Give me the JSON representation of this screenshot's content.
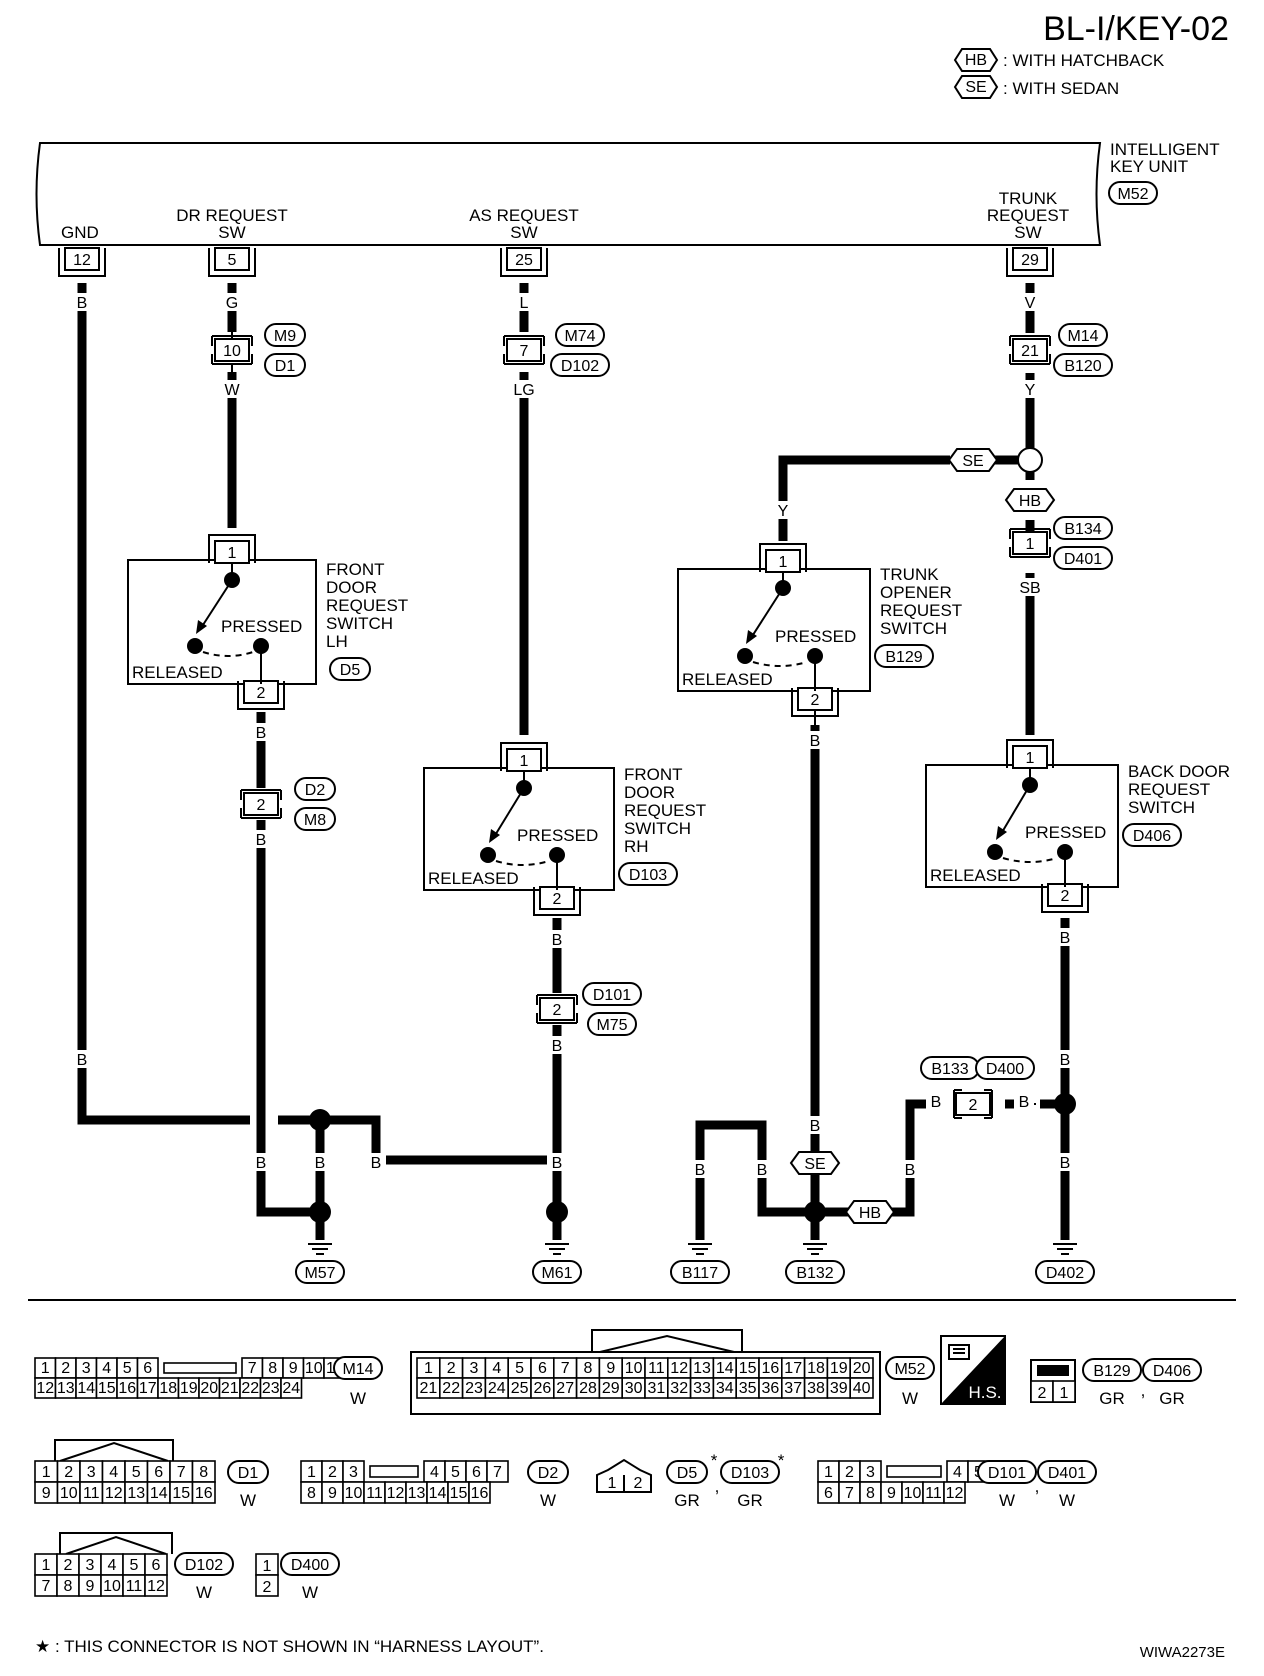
{
  "title": "BL-I/KEY-02",
  "legend": [
    {
      "tag": "HB",
      "text": ": WITH HATCHBACK"
    },
    {
      "tag": "SE",
      "text": ": WITH SEDAN"
    }
  ],
  "unit": {
    "name_line1": "INTELLIGENT",
    "name_line2": "KEY UNIT",
    "connector": "M52",
    "pins": [
      {
        "id": "gnd",
        "label1": "GND",
        "label2": "",
        "pin": "12",
        "wire": "B"
      },
      {
        "id": "dr",
        "label1": "DR REQUEST",
        "label2": "SW",
        "pin": "5",
        "wire": "G"
      },
      {
        "id": "as",
        "label1": "AS REQUEST",
        "label2": "SW",
        "pin": "25",
        "wire": "L"
      },
      {
        "id": "trunk",
        "label1": "TRUNK",
        "label2": "REQUEST",
        "label3": "SW",
        "pin": "29",
        "wire": "V"
      }
    ]
  },
  "inline_connectors": [
    {
      "id": "dr",
      "pin": "10",
      "conn_a": "M9",
      "conn_b": "D1",
      "wire_out": "W"
    },
    {
      "id": "as",
      "pin": "7",
      "conn_a": "M74",
      "conn_b": "D102",
      "wire_out": "LG"
    },
    {
      "id": "trunk",
      "pin": "21",
      "conn_a": "M14",
      "conn_b": "B120",
      "wire_out": "Y"
    },
    {
      "id": "d2m8",
      "pin": "2",
      "conn_a": "D2",
      "conn_b": "M8",
      "wire_in": "B",
      "wire_out": "B"
    },
    {
      "id": "d101m75",
      "pin": "2",
      "conn_a": "D101",
      "conn_b": "M75",
      "wire_in": "B",
      "wire_out": "B"
    },
    {
      "id": "b134d401",
      "pin": "1",
      "conn_a": "B134",
      "conn_b": "D401",
      "wire_out": "SB"
    },
    {
      "id": "b133d400",
      "pin": "2",
      "conn_a": "B133",
      "conn_b": "D400",
      "wire_in": "B",
      "wire_out": "B"
    }
  ],
  "switches": [
    {
      "id": "lh",
      "lines": [
        "FRONT",
        "DOOR",
        "REQUEST",
        "SWITCH",
        "LH"
      ],
      "connector": "D5",
      "pin_in": "1",
      "pin_out": "2",
      "pressed": "PRESSED",
      "released": "RELEASED",
      "wire_out": "B"
    },
    {
      "id": "rh",
      "lines": [
        "FRONT",
        "DOOR",
        "REQUEST",
        "SWITCH",
        "RH"
      ],
      "connector": "D103",
      "pin_in": "1",
      "pin_out": "2",
      "pressed": "PRESSED",
      "released": "RELEASED",
      "wire_out": "B"
    },
    {
      "id": "trunk",
      "lines": [
        "TRUNK",
        "OPENER",
        "REQUEST",
        "SWITCH"
      ],
      "connector": "B129",
      "pin_in": "1",
      "pin_out": "2",
      "pressed": "PRESSED",
      "released": "RELEASED",
      "wire_in": "Y",
      "wire_out": "B"
    },
    {
      "id": "back",
      "lines": [
        "BACK DOOR",
        "REQUEST",
        "SWITCH"
      ],
      "connector": "D406",
      "pin_in": "1",
      "pin_out": "2",
      "pressed": "PRESSED",
      "released": "RELEASED",
      "wire_out": "B"
    }
  ],
  "branch_tags": {
    "se": "SE",
    "hb": "HB"
  },
  "grounds": [
    "M57",
    "M61",
    "B117",
    "B132",
    "D402"
  ],
  "wire_b": "B",
  "connector_views": {
    "m14": {
      "top": [
        "1",
        "2",
        "3",
        "4",
        "5",
        "6",
        "7",
        "8",
        "9",
        "10",
        "11"
      ],
      "bottom": [
        "12",
        "13",
        "14",
        "15",
        "16",
        "17",
        "18",
        "19",
        "20",
        "21",
        "22",
        "23",
        "24"
      ],
      "name": "M14",
      "color": "W"
    },
    "m52": {
      "top": [
        "1",
        "2",
        "3",
        "4",
        "5",
        "6",
        "7",
        "8",
        "9",
        "10",
        "11",
        "12",
        "13",
        "14",
        "15",
        "16",
        "17",
        "18",
        "19",
        "20"
      ],
      "bottom": [
        "21",
        "22",
        "23",
        "24",
        "25",
        "26",
        "27",
        "28",
        "29",
        "30",
        "31",
        "32",
        "33",
        "34",
        "35",
        "36",
        "37",
        "38",
        "39",
        "40"
      ],
      "name": "M52",
      "color": "W"
    },
    "hs": "H.S.",
    "b129": {
      "pins": [
        "2",
        "1"
      ],
      "names": [
        "B129",
        "D406"
      ],
      "colors": [
        "GR",
        "GR"
      ]
    },
    "d1": {
      "top": [
        "1",
        "2",
        "3",
        "4",
        "5",
        "6",
        "7",
        "8"
      ],
      "bottom": [
        "9",
        "10",
        "11",
        "12",
        "13",
        "14",
        "15",
        "16"
      ],
      "name": "D1",
      "color": "W"
    },
    "d2": {
      "top": [
        "1",
        "2",
        "3",
        "4",
        "5",
        "6",
        "7"
      ],
      "bottom": [
        "8",
        "9",
        "10",
        "11",
        "12",
        "13",
        "14",
        "15",
        "16"
      ],
      "name": "D2",
      "color": "W"
    },
    "d5": {
      "pins": [
        "1",
        "2"
      ],
      "names": [
        "D5",
        "D103"
      ],
      "colors": [
        "GR",
        "GR"
      ],
      "mark": "*"
    },
    "d101": {
      "top": [
        "1",
        "2",
        "3",
        "4",
        "5"
      ],
      "bottom": [
        "6",
        "7",
        "8",
        "9",
        "10",
        "11",
        "12"
      ],
      "names": [
        "D101",
        "D401"
      ],
      "colors": [
        "W",
        "W"
      ]
    },
    "d102": {
      "top": [
        "1",
        "2",
        "3",
        "4",
        "5",
        "6"
      ],
      "bottom": [
        "7",
        "8",
        "9",
        "10",
        "11",
        "12"
      ],
      "name": "D102",
      "color": "W"
    },
    "d400": {
      "pins": [
        "1",
        "2"
      ],
      "name": "D400",
      "color": "W"
    }
  },
  "footnote": "★ : THIS CONNECTOR IS NOT SHOWN IN “HARNESS LAYOUT”.",
  "code": "WIWA2273E"
}
